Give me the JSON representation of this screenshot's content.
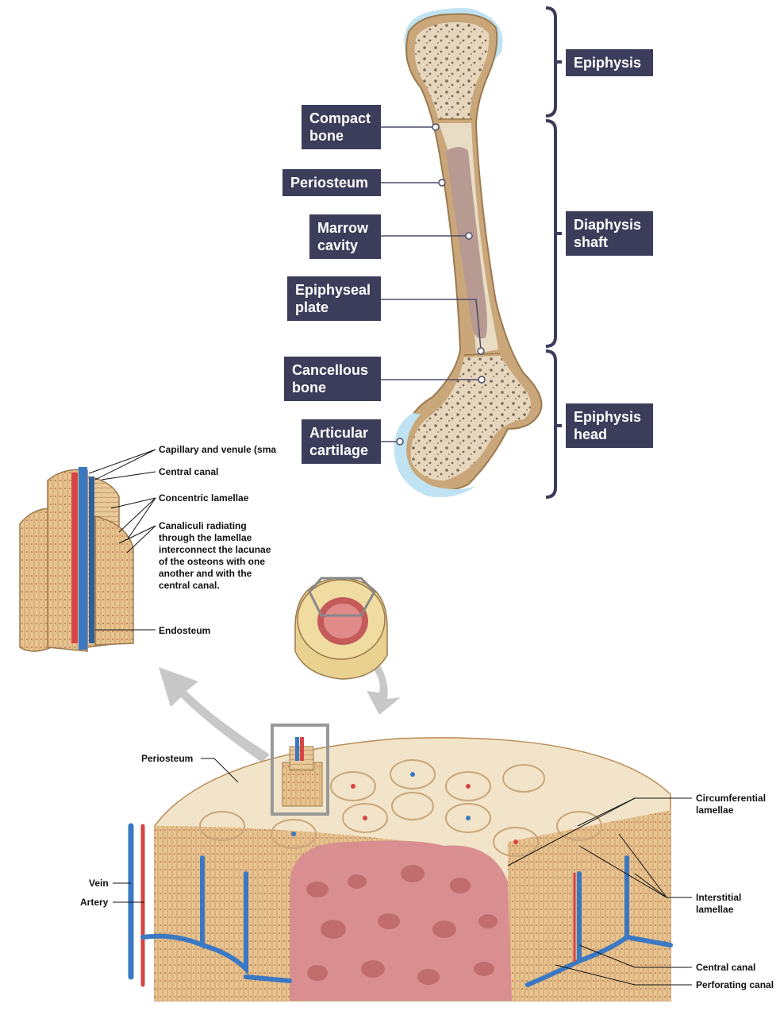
{
  "bone_labels": {
    "compact_bone": "Compact\nbone",
    "periosteum": "Periosteum",
    "marrow_cavity": "Marrow\ncavity",
    "epiphyseal_plate": "Epiphyseal\nplate",
    "cancellous_bone": "Cancellous\nbone",
    "articular_cartilage": "Articular\ncartilage",
    "epiphysis_top": "Epiphysis",
    "diaphysis": "Diaphysis\nshaft",
    "epiphysis_head": "Epiphysis\nhead"
  },
  "osteon_labels": {
    "capillary": "Capillary and venule (sma",
    "central_canal": "Central canal",
    "concentric_lamellae": "Concentric lamellae",
    "canaliculi": "Canaliculi radiating\nthrough the lamellae\ninterconnect the lacunae\nof the osteons with one\nanother and with the\ncentral canal.",
    "endosteum": "Endosteum"
  },
  "section_labels": {
    "periosteum": "Periosteum",
    "vein": "Vein",
    "artery": "Artery",
    "circumferential_lamellae": "Circumferential\nlamellae",
    "interstitial_lamellae": "Interstitial\nlamellae",
    "central_canal": "Central canal",
    "perforating_canal": "Perforating canal"
  },
  "colors": {
    "label_bg": "#3b3d5a",
    "bone_tan": "#e8d7bd",
    "cortex": "#c9a77a",
    "marrow": "#b79a92",
    "cartilage": "#bfe3f2",
    "spongy_bone": "#d9a0a0",
    "vein_blue": "#3a78c4",
    "artery_red": "#d64545"
  }
}
